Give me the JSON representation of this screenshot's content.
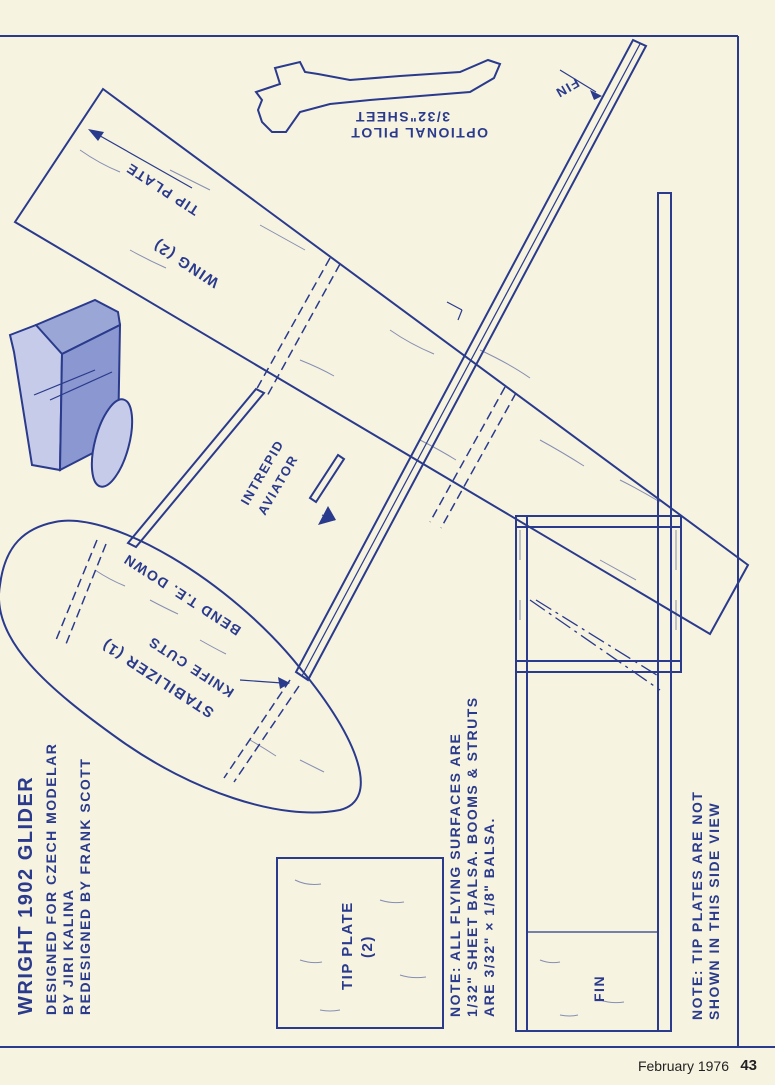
{
  "title": "WRIGHT 1902 GLIDER",
  "credits": {
    "line1": "DESIGNED FOR CZECH MODELAR",
    "line2": "BY JIRI KALINA",
    "line3": "REDESIGNED BY FRANK SCOTT"
  },
  "note_materials": {
    "line1": "NOTE: ALL FLYING SURFACES ARE",
    "line2": "1/32\" SHEET BALSA. BOOMS & STRUTS",
    "line3": "ARE 3/32\" × 1/8\" BALSA."
  },
  "note_tip_plates": {
    "line1": "NOTE: TIP PLATES ARE NOT",
    "line2": "SHOWN IN THIS SIDE VIEW"
  },
  "parts": {
    "wing": "WING (2)",
    "tip_plate_arrow": "TIP PLATE",
    "stabilizer": "STABILIZER (1)",
    "knife_cuts": "KNIFE CUTS",
    "bend_te": "BEND T.E. DOWN",
    "aviator_1": "INTREPID",
    "aviator_2": "AVIATOR",
    "pilot_1": "OPTIONAL PILOT",
    "pilot_2": "3/32\"SHEET",
    "fin_top": "FIN",
    "tip_plate_1": "TIP PLATE",
    "tip_plate_2": "(2)",
    "fin_side": "FIN"
  },
  "footer": {
    "issue": "February 1976",
    "page": "43"
  },
  "colors": {
    "ink": "#2a3a8c",
    "paper": "#f7f3e1"
  }
}
